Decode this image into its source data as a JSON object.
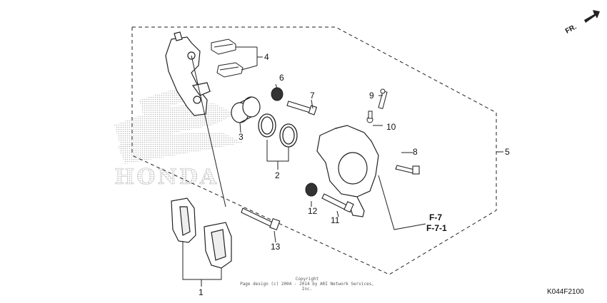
{
  "diagram": {
    "callouts": [
      {
        "id": "1",
        "text": "1"
      },
      {
        "id": "2",
        "text": "2"
      },
      {
        "id": "3",
        "text": "3"
      },
      {
        "id": "4",
        "text": "4"
      },
      {
        "id": "5",
        "text": "5"
      },
      {
        "id": "6",
        "text": "6"
      },
      {
        "id": "7",
        "text": "7"
      },
      {
        "id": "8",
        "text": "8"
      },
      {
        "id": "9",
        "text": "9"
      },
      {
        "id": "10",
        "text": "10"
      },
      {
        "id": "11",
        "text": "11"
      },
      {
        "id": "12",
        "text": "12"
      },
      {
        "id": "13",
        "text": "13"
      }
    ],
    "refs": {
      "ref1": "F-7",
      "ref2": "F-7-1"
    },
    "direction_label": "FR.",
    "copyright_line1": "Copyright",
    "copyright_line2": "Page design (c) 2004 - 2014 by ARI Network Services, Inc.",
    "diagram_code": "K044F2100",
    "watermark": "HONDA"
  },
  "colors": {
    "line": "#222222",
    "watermark": "#c8c8c8",
    "fill": "#ffffff"
  }
}
